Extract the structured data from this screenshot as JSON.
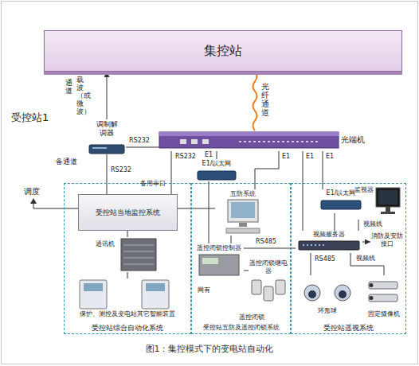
{
  "diagram": {
    "caption": "图1：集控模式下的变电站自动化",
    "nodes": [
      {
        "text": [
          "集控站"
        ]
      },
      {
        "text": [
          "调制解调器"
        ]
      },
      {
        "text": [
          "光端机"
        ]
      },
      {
        "text": [
          "E1/以太网"
        ]
      },
      {
        "text": [
          "受控站综合自动化系统"
        ]
      },
      {
        "text": [
          "受控站当地监控系统"
        ],
        "in": 4
      },
      {
        "text": [
          "通讯机"
        ],
        "in": 4
      },
      {
        "text": [
          "保护、测控及变电站其它智能装置"
        ],
        "in": 4
      },
      {
        "text": [
          "受控站五防及遥控闭锁系统"
        ]
      },
      {
        "text": [
          "五防系统"
        ],
        "in": 8
      },
      {
        "text": [
          "遥控闭锁控制器"
        ],
        "in": 8
      },
      {
        "text": [
          "遥控闭锁继电器"
        ],
        "in": 8
      },
      {
        "text": [
          "受控站遥视系统"
        ]
      },
      {
        "text": [
          "E1/以太网"
        ],
        "in": 12
      },
      {
        "text": [
          "监视器"
        ],
        "in": 12
      },
      {
        "text": [
          "视频服务器"
        ],
        "in": 12
      },
      {
        "text": [
          "消防及安防接口"
        ],
        "in": 12
      },
      {
        "text": [
          "环形球"
        ],
        "in": 12
      },
      {
        "text": [
          "固定摄像机"
        ],
        "in": 12
      }
    ],
    "edges": [
      {
        "from": 1,
        "to": 0,
        "arrow": "to"
      },
      {
        "from": 0,
        "to": 2,
        "arrow": "none",
        "label": "光纤通道"
      },
      {
        "from": 1,
        "to": 2,
        "arrow": "none",
        "label": "RS232"
      },
      {
        "from": 5,
        "to": 1,
        "arrow": "none",
        "label": "RS232"
      },
      {
        "from": 5,
        "to": 2,
        "arrow": "none",
        "label": "RS232"
      },
      {
        "from": 2,
        "to": 3,
        "arrow": "none",
        "label": "E1"
      },
      {
        "from": 2,
        "to": 9,
        "arrow": "none",
        "label": "E1"
      },
      {
        "from": 2,
        "to": 13,
        "arrow": "none",
        "label": "E1"
      },
      {
        "from": 2,
        "to": 15,
        "arrow": "none",
        "label": "E1"
      },
      {
        "from": 3,
        "to": 10,
        "arrow": "none"
      },
      {
        "from": 5,
        "to": 9,
        "arrow": "none"
      },
      {
        "from": 9,
        "to": 10,
        "arrow": "none"
      },
      {
        "from": 10,
        "to": 11,
        "arrow": "none"
      },
      {
        "from": 10,
        "to": 15,
        "arrow": "none",
        "label": "RS485"
      },
      {
        "from": 13,
        "to": 15,
        "arrow": "none"
      },
      {
        "from": 15,
        "to": 14,
        "arrow": "none",
        "label": "视频线"
      },
      {
        "from": 15,
        "to": 16,
        "arrow": "to"
      },
      {
        "from": 15,
        "to": 17,
        "arrow": "none",
        "label": "RS485"
      },
      {
        "from": 15,
        "to": 18,
        "arrow": "none",
        "label": "视频线"
      },
      {
        "from": 5,
        "to": 6,
        "arrow": "none"
      },
      {
        "from": 6,
        "to": 7,
        "arrow": "none"
      }
    ],
    "labels": [
      "受控站1",
      "通道",
      "载波（或微波）",
      "备通道",
      "调度",
      "备用串口",
      "网有",
      "遥控闭锁"
    ]
  }
}
